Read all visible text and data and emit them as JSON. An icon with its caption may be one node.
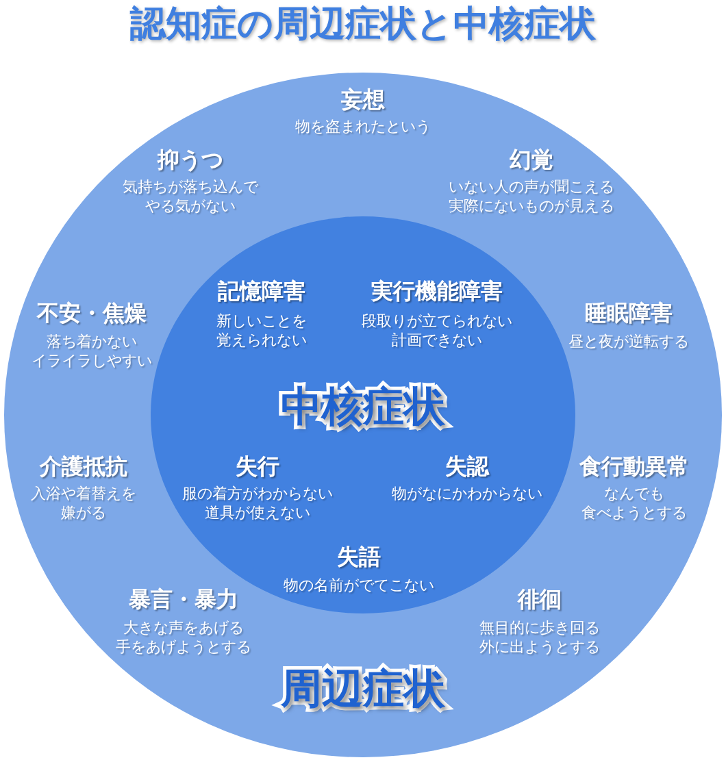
{
  "diagram": {
    "title": "認知症の周辺症状と中核症状",
    "nodes": [
      {
        "text": [
          "周辺症状"
        ]
      },
      {
        "text": [
          "中核症状"
        ],
        "in": 0
      }
    ],
    "labels": [
      "妄想",
      "物を盗まれたという",
      "抑うつ",
      "気持ちが落ち込んでやる気がない",
      "幻覚",
      "いない人の声が聞こえる実際にないものが見える",
      "記憶障害",
      "新しいことを覚えられない",
      "実行機能障害",
      "段取りが立てられない計画できない",
      "不安・焦燥",
      "落ち着かないイライラしやすい",
      "睡眠障害",
      "昼と夜が逆転する",
      "介護抵抗",
      "入浴や着替えを嫌がる",
      "失行",
      "服の着方がわからない道具が使えない",
      "失認",
      "物がなにかわからない",
      "食行動異常",
      "なんでも食べようとする",
      "失語",
      "物の名前がでてこない",
      "暴言・暴力",
      "大きな声をあげる手をあげようとする",
      "徘徊",
      "無目的に歩き回る外に出ようとする"
    ]
  }
}
